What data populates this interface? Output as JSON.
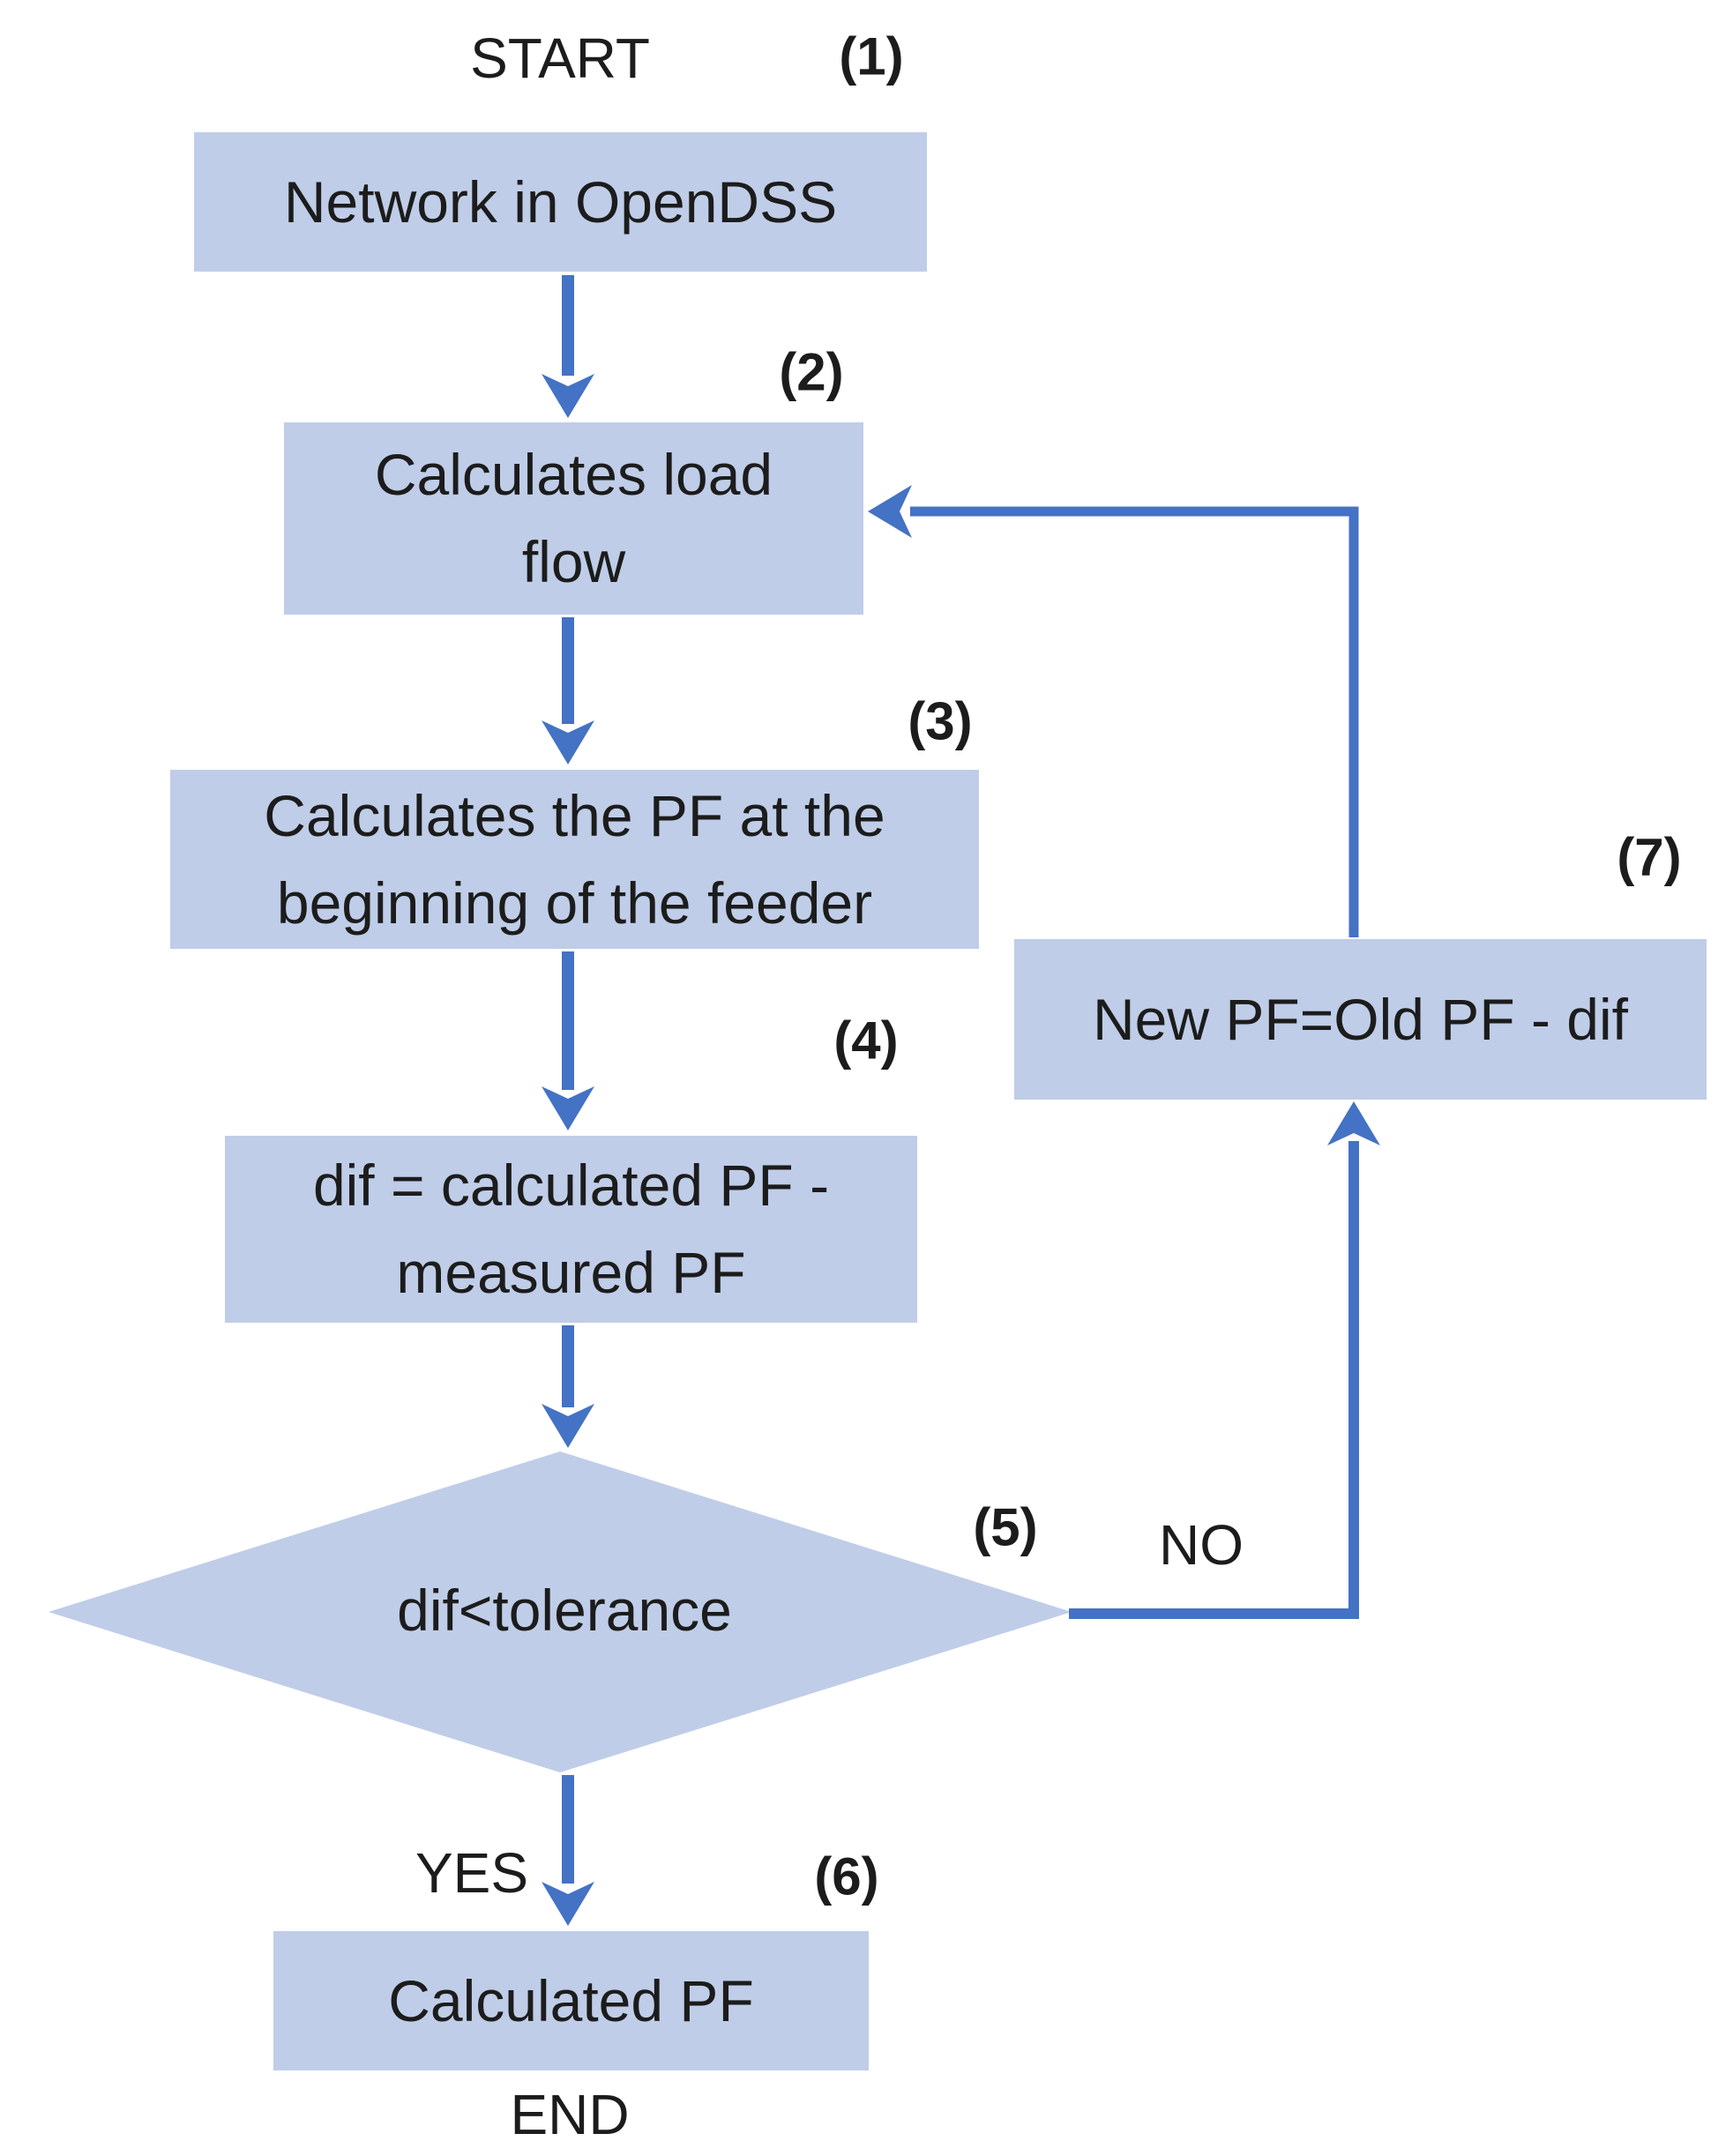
{
  "flow": {
    "start_label": "START",
    "end_label": "END",
    "yes_label": "YES",
    "no_label": "NO",
    "steps": [
      {
        "num": "(1)",
        "text": "Network in OpenDSS",
        "shape": "rect"
      },
      {
        "num": "(2)",
        "text": "Calculates load flow",
        "shape": "rect"
      },
      {
        "num": "(3)",
        "text": "Calculates the PF at the beginning of the feeder",
        "shape": "rect"
      },
      {
        "num": "(4)",
        "text": "dif = calculated PF - measured PF",
        "shape": "rect"
      },
      {
        "num": "(5)",
        "text": "dif<tolerance",
        "shape": "diamond"
      },
      {
        "num": "(6)",
        "text": "Calculated PF",
        "shape": "rect"
      },
      {
        "num": "(7)",
        "text": "New PF=Old PF - dif",
        "shape": "rect"
      }
    ],
    "edges": [
      {
        "from": "1",
        "to": "2"
      },
      {
        "from": "2",
        "to": "3"
      },
      {
        "from": "3",
        "to": "4"
      },
      {
        "from": "4",
        "to": "5"
      },
      {
        "from": "5",
        "to": "6",
        "label": "YES"
      },
      {
        "from": "5",
        "to": "7",
        "label": "NO"
      },
      {
        "from": "7",
        "to": "2"
      }
    ],
    "colors": {
      "box_fill": "#bfcde8",
      "arrow": "#4472c4",
      "text": "#1c1c1c",
      "background": "#ffffff"
    }
  }
}
